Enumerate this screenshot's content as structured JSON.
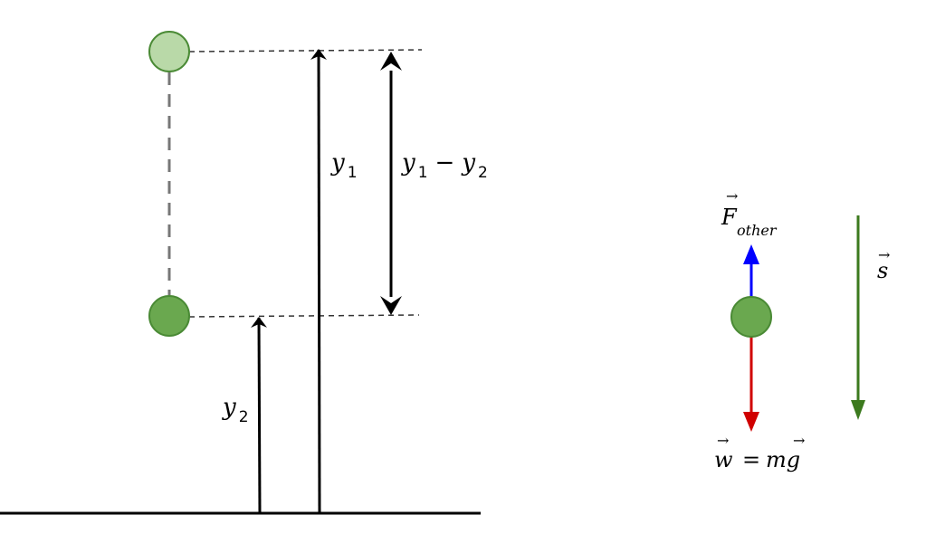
{
  "left_diagram": {
    "y1_label": {
      "base": "y",
      "sub": "1"
    },
    "y2_label": {
      "base": "y",
      "sub": "2"
    },
    "diff_label": {
      "a": "y",
      "a_sub": "1",
      "op": "−",
      "b": "y",
      "b_sub": "2"
    }
  },
  "right_diagram": {
    "force_label": {
      "base": "F",
      "sub": "other",
      "arrow": "→"
    },
    "displacement_label": {
      "base": "s",
      "arrow": "→"
    },
    "weight_label": {
      "w": "w",
      "eq": "=",
      "mg": "mg",
      "arrow": "→"
    }
  },
  "colors": {
    "ball_light": "#b9d9a8",
    "ball_dark": "#6aa84f",
    "ball_stroke": "#4a8a35",
    "force_up": "#0000ff",
    "weight": "#d00000",
    "displacement": "#3c7a1e"
  }
}
